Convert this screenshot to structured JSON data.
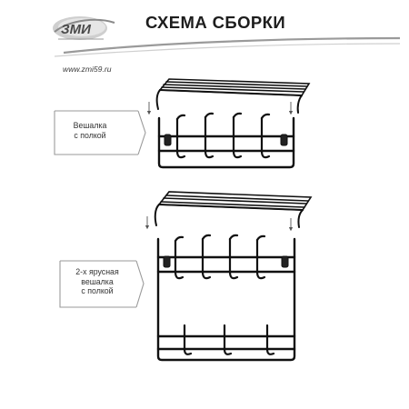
{
  "header": {
    "logo_text": "ЗМИ",
    "title": "СХЕМА СБОРКИ",
    "website": "www.zmi59.ru"
  },
  "callouts": [
    {
      "lines": [
        "Вешалка",
        "с полкой"
      ]
    },
    {
      "lines": [
        "2-х ярусная",
        "вешалка",
        "с полкой"
      ]
    }
  ],
  "colors": {
    "metal": "#111111",
    "accent": "#9a9a9a",
    "text": "#1d1d1d"
  },
  "icons": [
    "down-arrow-icon"
  ]
}
